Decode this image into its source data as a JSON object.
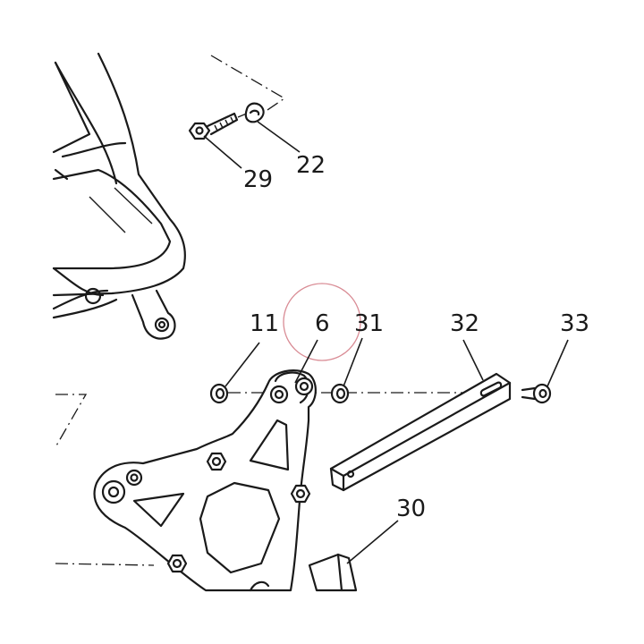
{
  "parts": {
    "p29": "29",
    "p22": "22",
    "p11": "11",
    "p6": "6",
    "p31": "31",
    "p32": "32",
    "p33": "33",
    "p30": "30"
  },
  "colors": {
    "line": "#1a1a1a",
    "highlight_circle": "#d98c95",
    "background": "#ffffff"
  }
}
